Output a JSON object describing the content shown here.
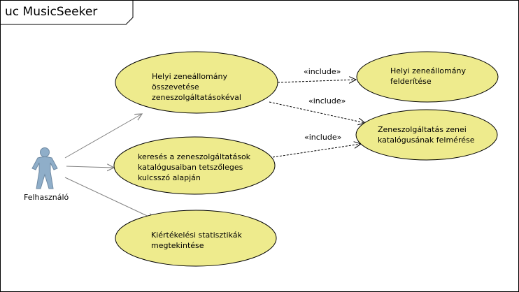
{
  "frame": {
    "title": "uc MusicSeeker"
  },
  "actor": {
    "name": "Felhasználó"
  },
  "use_cases": [
    {
      "id": "uc1",
      "label": "Helyi zeneállomány\nösszevetése\nzeneszolgáltatásokéval"
    },
    {
      "id": "uc2",
      "label": "keresés a zeneszolgáltatások\nkatalógusaiban tetszőleges\nkulcsszó alapján"
    },
    {
      "id": "uc3",
      "label": "Kiértékelési statisztikák\nmegtekintése"
    },
    {
      "id": "uc4",
      "label": "Helyi zeneállomány\nfelderítése"
    },
    {
      "id": "uc5",
      "label": "Zeneszolgáltatás zenei\nkatalógusának felmérése"
    }
  ],
  "relations": [
    {
      "from": "actor",
      "to": "uc1",
      "kind": "association"
    },
    {
      "from": "actor",
      "to": "uc2",
      "kind": "association"
    },
    {
      "from": "actor",
      "to": "uc3",
      "kind": "association"
    },
    {
      "from": "uc1",
      "to": "uc4",
      "kind": "include",
      "label": "«include»"
    },
    {
      "from": "uc1",
      "to": "uc5",
      "kind": "include",
      "label": "«include»"
    },
    {
      "from": "uc2",
      "to": "uc5",
      "kind": "include",
      "label": "«include»"
    }
  ],
  "colors": {
    "use_case_fill": "#EEEB8D",
    "actor_fill": "#8FAEC9",
    "line": "#808080",
    "dashed": "#000000"
  }
}
